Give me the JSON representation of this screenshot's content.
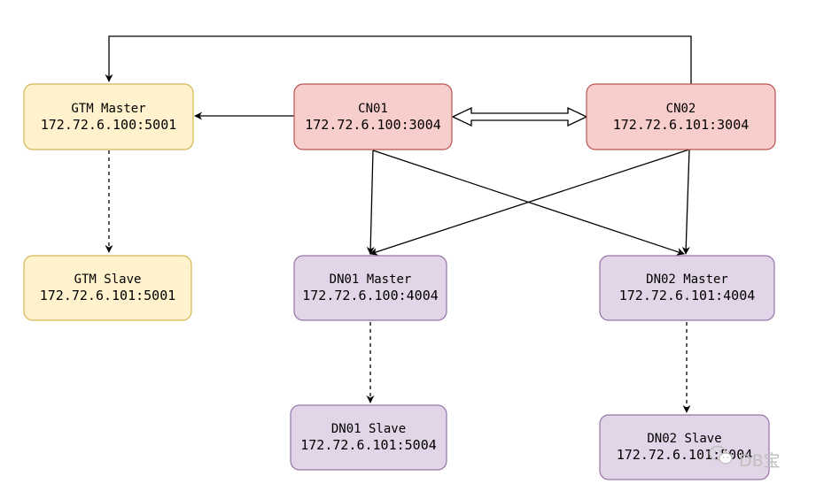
{
  "nodes": {
    "gtm_master": {
      "name": "GTM Master",
      "address": "172.72.6.100:5001"
    },
    "gtm_slave": {
      "name": "GTM Slave",
      "address": "172.72.6.101:5001"
    },
    "cn01": {
      "name": "CN01",
      "address": "172.72.6.100:3004"
    },
    "cn02": {
      "name": "CN02",
      "address": "172.72.6.101:3004"
    },
    "dn01_master": {
      "name": "DN01 Master",
      "address": "172.72.6.100:4004"
    },
    "dn02_master": {
      "name": "DN02 Master",
      "address": "172.72.6.101:4004"
    },
    "dn01_slave": {
      "name": "DN01 Slave",
      "address": "172.72.6.101:5004"
    },
    "dn02_slave": {
      "name": "DN02 Slave",
      "address": "172.72.6.101:5004"
    }
  },
  "colors": {
    "gtm_fill": "#fff2cc",
    "gtm_stroke": "#d6b656",
    "cn_fill": "#f8cecc",
    "cn_stroke": "#b85450",
    "dn_fill": "#e1d5e7",
    "dn_stroke": "#9673a6",
    "edge": "#000000"
  },
  "watermark": {
    "text": "DB宝",
    "icon": "wechat-icon"
  }
}
